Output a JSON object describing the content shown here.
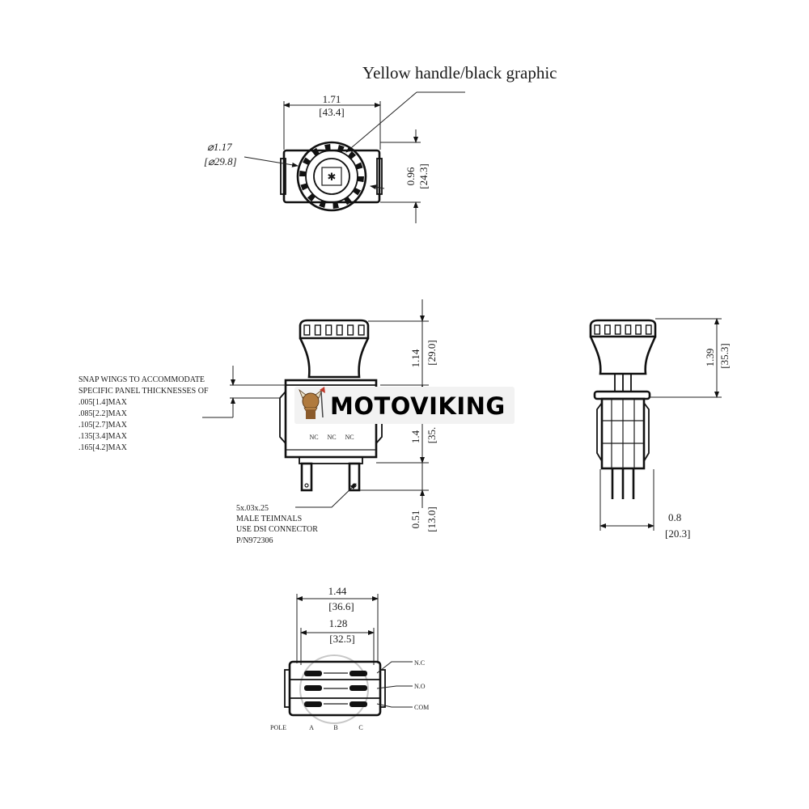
{
  "callout": {
    "handle": "Yellow handle/black graphic"
  },
  "top_view": {
    "width_in": "1.71",
    "width_mm": "[43.4]",
    "dia_in": "⌀1.17",
    "dia_mm": "[⌀29.8]",
    "height_in": "0.96",
    "height_mm": "[24.3]"
  },
  "front_view": {
    "upper_in": "1.14",
    "upper_mm": "[29.0]",
    "body_in": "1.4",
    "body_mm": "[35.",
    "term_in": "0.51",
    "term_mm": "[13.0]",
    "contacts": [
      "NC",
      "NC",
      "NC"
    ],
    "snap_note": [
      "SNAP WINGS TO ACCOMMODATE",
      "SPECIFIC PANEL THICKNESSES OF",
      ".005[1.4]MAX",
      ".085[2.2]MAX",
      ".105[2.7]MAX",
      ".135[3.4]MAX",
      ".165[4.2]MAX"
    ],
    "terminal_note": [
      "5x.03x.25",
      "MALE TEIMNALS",
      "USE DSI CONNECTOR",
      "P/N972306"
    ]
  },
  "side_view": {
    "height_in": "1.39",
    "height_mm": "[35.3]",
    "depth_in": "0.8",
    "depth_mm": "[20.3]"
  },
  "bottom_view": {
    "outer_in": "1.44",
    "outer_mm": "[36.6]",
    "inner_in": "1.28",
    "inner_mm": "[32.5]",
    "pin_labels": [
      "N.C",
      "N.O",
      "COM"
    ],
    "pole_label": "POLE",
    "poles": [
      "A",
      "B",
      "C"
    ]
  },
  "watermark": {
    "brand": "MOTOVIKING"
  }
}
